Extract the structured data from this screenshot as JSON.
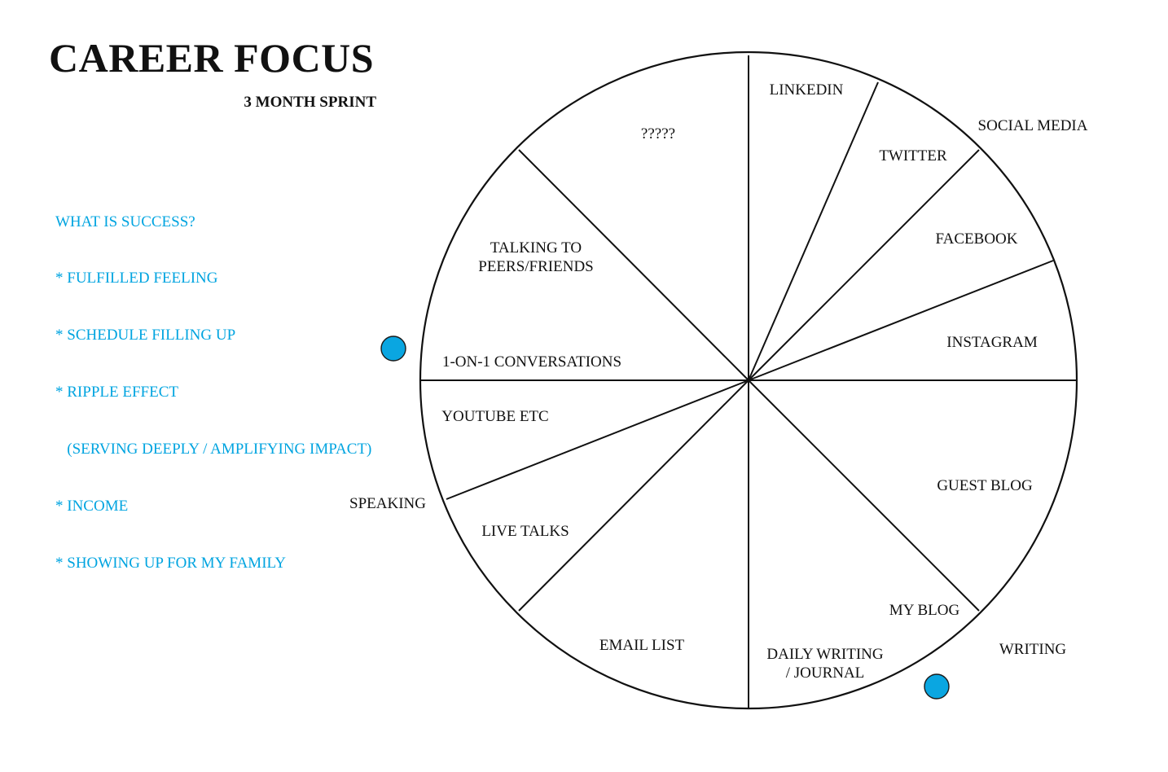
{
  "header": {
    "title": "CAREER FOCUS",
    "subtitle": "3 MONTH SPRINT"
  },
  "success": {
    "lines": [
      "WHAT IS SUCCESS?",
      "* FULFILLED FEELING",
      "* SCHEDULE FILLING UP",
      "* RIPPLE EFFECT",
      "   (SERVING DEEPLY / AMPLIFYING IMPACT)",
      "* INCOME",
      "* SHOWING UP FOR MY FAMILY"
    ]
  },
  "wheel": {
    "segments": [
      {
        "label": "?????"
      },
      {
        "label": "LINKEDIN"
      },
      {
        "label": "TWITTER"
      },
      {
        "label": "FACEBOOK"
      },
      {
        "label": "INSTAGRAM"
      },
      {
        "label": "GUEST BLOG"
      },
      {
        "label": "MY BLOG"
      },
      {
        "label": "DAILY WRITING\n/ JOURNAL"
      },
      {
        "label": "EMAIL LIST"
      },
      {
        "label": "LIVE TALKS"
      },
      {
        "label": "YOUTUBE ETC"
      },
      {
        "label": "1-ON-1 CONVERSATIONS"
      },
      {
        "label": "TALKING TO\nPEERS/FRIENDS"
      }
    ],
    "groups": [
      {
        "label": "SOCIAL MEDIA"
      },
      {
        "label": "WRITING"
      },
      {
        "label": "SPEAKING"
      }
    ]
  },
  "colors": {
    "accent": "#00a4e0",
    "marker": "#0aa6e1",
    "line": "#111111"
  }
}
